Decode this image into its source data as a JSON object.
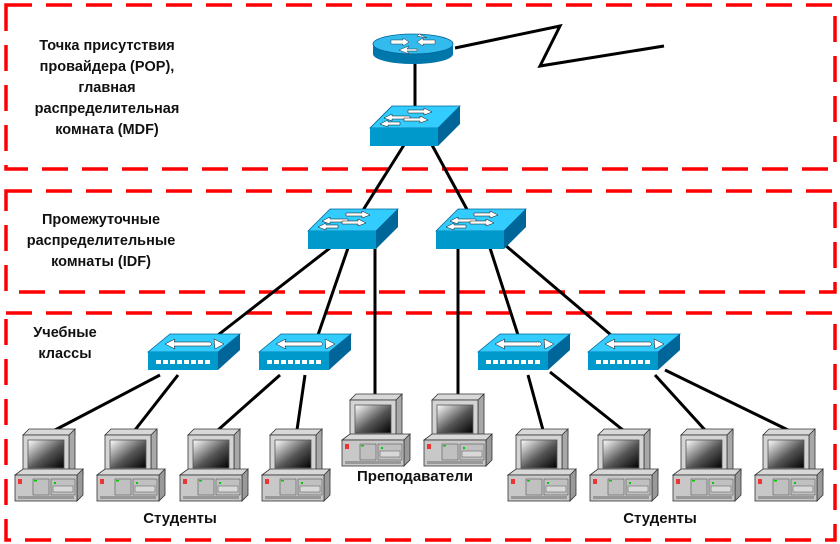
{
  "zones": [
    {
      "id": "mdf",
      "label": "Точка присутствия\nпровайдера (POP),\nглавная\nраспределительная\nкомната (MDF)"
    },
    {
      "id": "idf",
      "label": "Промежуточные\nраспределительные\nкомнаты (IDF)"
    },
    {
      "id": "classrooms",
      "label": "Учебные\nклассы"
    }
  ],
  "groups": {
    "students_left": "Студенты",
    "teachers": "Преподаватели",
    "students_right": "Студенты"
  },
  "devices": {
    "router": {
      "type": "router",
      "zone": "mdf"
    },
    "core_switch": {
      "type": "workgroup-switch",
      "zone": "mdf"
    },
    "idf_switches": [
      {
        "id": "idf-switch-1",
        "type": "workgroup-switch"
      },
      {
        "id": "idf-switch-2",
        "type": "workgroup-switch"
      }
    ],
    "access_switches": [
      {
        "id": "access-switch-1",
        "type": "hub-switch",
        "uplink": "idf-switch-1"
      },
      {
        "id": "access-switch-2",
        "type": "hub-switch",
        "uplink": "idf-switch-1"
      },
      {
        "id": "access-switch-3",
        "type": "hub-switch",
        "uplink": "idf-switch-2"
      },
      {
        "id": "access-switch-4",
        "type": "hub-switch",
        "uplink": "idf-switch-2"
      }
    ],
    "pcs": [
      {
        "id": "pc-student-1",
        "group": "students_left",
        "uplink": "access-switch-1"
      },
      {
        "id": "pc-student-2",
        "group": "students_left",
        "uplink": "access-switch-1"
      },
      {
        "id": "pc-student-3",
        "group": "students_left",
        "uplink": "access-switch-2"
      },
      {
        "id": "pc-student-4",
        "group": "students_left",
        "uplink": "access-switch-2"
      },
      {
        "id": "pc-teacher-1",
        "group": "teachers",
        "uplink": "idf-switch-1"
      },
      {
        "id": "pc-teacher-2",
        "group": "teachers",
        "uplink": "idf-switch-2"
      },
      {
        "id": "pc-student-5",
        "group": "students_right",
        "uplink": "access-switch-3"
      },
      {
        "id": "pc-student-6",
        "group": "students_right",
        "uplink": "access-switch-3"
      },
      {
        "id": "pc-student-7",
        "group": "students_right",
        "uplink": "access-switch-4"
      },
      {
        "id": "pc-student-8",
        "group": "students_right",
        "uplink": "access-switch-4"
      }
    ]
  },
  "colors": {
    "zone_border": "#ff0000",
    "device_blue": "#0099cc",
    "device_light": "#33ccff",
    "device_dark": "#006699",
    "link": "#000000"
  }
}
